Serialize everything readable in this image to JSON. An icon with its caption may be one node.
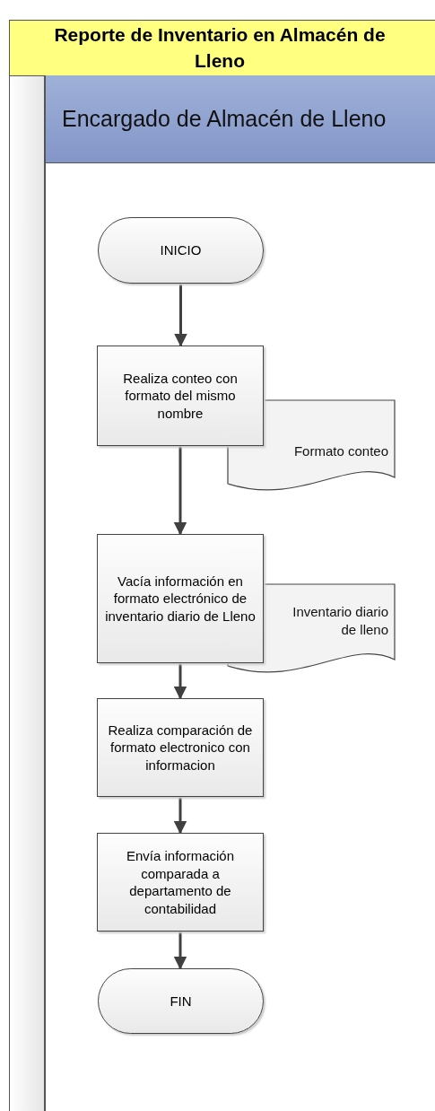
{
  "diagram": {
    "title": "Reporte de Inventario en Almacén de Lleno",
    "nodes": [
      {
        "text": [
          "Encargado de Almacén de Lleno"
        ]
      },
      {
        "text": [
          "INICIO"
        ],
        "in": 0
      },
      {
        "text": [
          "Realiza conteo con formato del mismo nombre"
        ],
        "in": 0
      },
      {
        "text": [
          "Formato conteo"
        ],
        "in": 0
      },
      {
        "text": [
          "Vacía información en formato electrónico de inventario diario de Lleno"
        ],
        "in": 0
      },
      {
        "text": [
          "Inventario diario de lleno"
        ],
        "in": 0
      },
      {
        "text": [
          "Realiza comparación de formato electronico con informacion"
        ],
        "in": 0
      },
      {
        "text": [
          "Envía información comparada a departamento de contabilidad"
        ],
        "in": 0
      },
      {
        "text": [
          "FIN"
        ],
        "in": 0
      }
    ],
    "edges": [
      {
        "from": 1,
        "to": 2,
        "arrow": "to"
      },
      {
        "from": 2,
        "to": 4,
        "arrow": "to"
      },
      {
        "from": 4,
        "to": 6,
        "arrow": "to"
      },
      {
        "from": 6,
        "to": 7,
        "arrow": "to"
      },
      {
        "from": 7,
        "to": 8,
        "arrow": "to"
      }
    ]
  }
}
